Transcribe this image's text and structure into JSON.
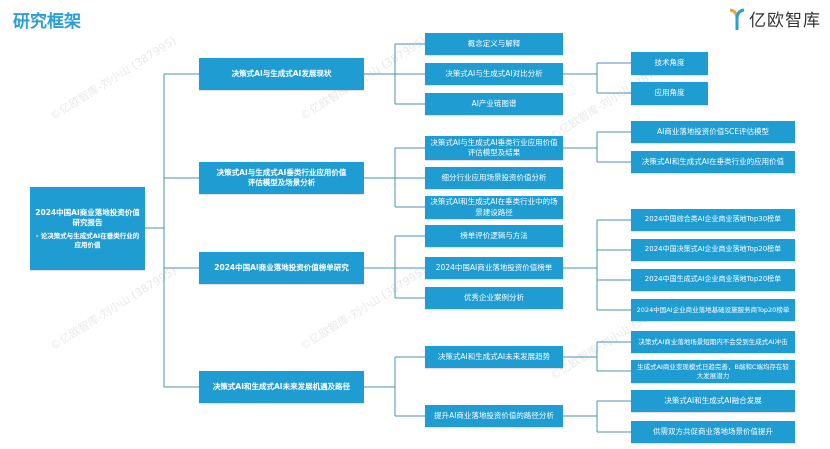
{
  "title": "研究框架",
  "logo": {
    "text": "亿欧智库"
  },
  "watermark": "©亿欧智库-刘小山 (387995)",
  "root": {
    "title": "2024中国AI商业落地投资价值研究报告",
    "subtitle": "- 论决策式与生成式AI在垂类行业的应用价值"
  },
  "level1": [
    "决策式AI与生成式AI发展现状",
    "决策式AI与生成式AI垂类行业应用价值评估模型及场景分析",
    "2024中国AI商业落地投资价值榜单研究",
    "决策式AI和生成式AI未来发展机遇及路径"
  ],
  "level2": [
    "概念定义与解释",
    "决策式AI与生成式AI对比分析",
    "AI产业链图谱",
    "决策式AI与生成式AI垂类行业应用价值评估模型及结果",
    "细分行业应用场景投资价值分析",
    "决策式AI和生成式AI在垂类行业中的场景建设路径",
    "榜单评价逻辑与方法",
    "2024中国AI商业落地投资价值榜单",
    "优秀企业案例分析",
    "决策式AI和生成式AI未来发展趋势",
    "提升AI商业落地投资价值的路径分析"
  ],
  "level3": [
    "技术角度",
    "应用角度",
    "AI商业落地投资价值SCE评估模型",
    "决策式AI和生成式AI在垂类行业的应用价值",
    "2024中国综合类AI企业商业落地Top30榜单",
    "2024中国决策式AI企业商业落地Top20榜单",
    "2024中国生成式AI企业商业落地Top20榜单",
    "2024中国AI企业商业落地基础设施服务商Top20榜单",
    "决策式AI商业落地场景短期内不会受到生成式AI冲击",
    "生成式AI商业变现模式日趋完善，B端和C端均存在较大发展潜力",
    "决策式AI和生成式AI融合发展",
    "供需双方共促商业落地场景价值提升"
  ],
  "colors": {
    "box": "#1f9dd3",
    "line": "#4a90b8",
    "title": "#2a9fd6"
  }
}
